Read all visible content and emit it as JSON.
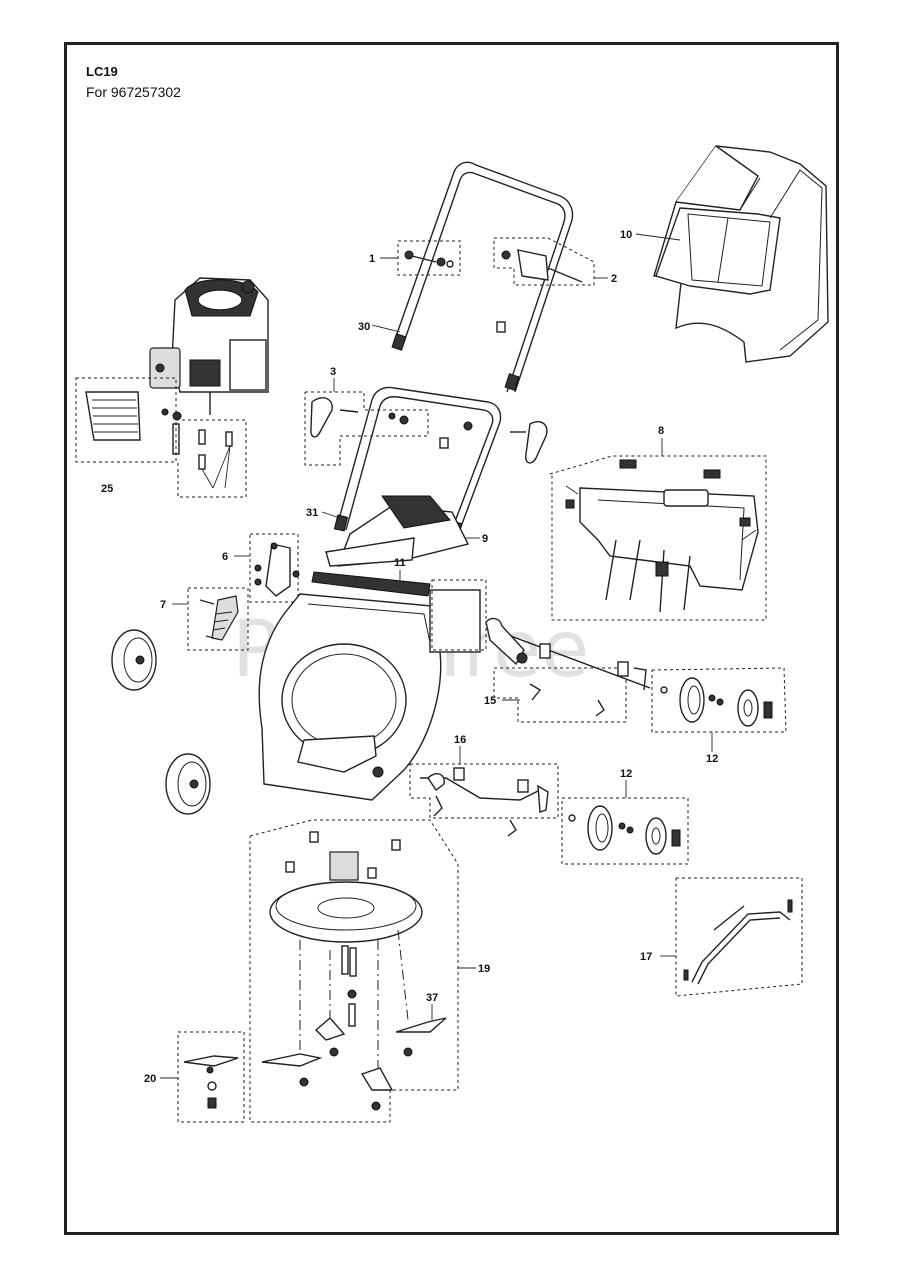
{
  "header": {
    "title": "LC19",
    "subtitle": "For 967257302"
  },
  "watermark": "PartsTree",
  "callouts": {
    "c1": "1",
    "c2": "2",
    "c3": "3",
    "c6": "6",
    "c7": "7",
    "c8": "8",
    "c9": "9",
    "c10": "10",
    "c11": "11",
    "c12a": "12",
    "c12b": "12",
    "c15": "15",
    "c16": "16",
    "c17": "17",
    "c19": "19",
    "c20": "20",
    "c25": "25",
    "c30": "30",
    "c31": "31",
    "c37": "37"
  }
}
